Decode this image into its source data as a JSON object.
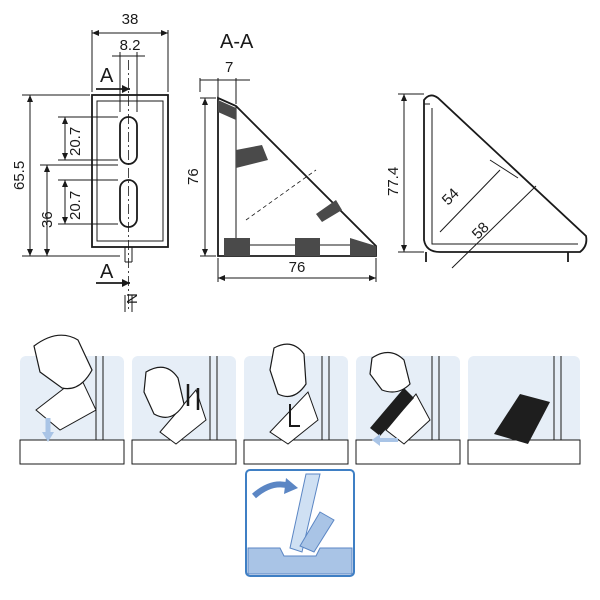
{
  "colors": {
    "line": "#1a1a1a",
    "panel_bg": "#e6eef7",
    "panel_header": "#ffffff",
    "accent_blue": "#5b86c4",
    "light_blue": "#a9c4e6",
    "frame_border": "#3f7fc4",
    "cover_dark": "#1e1e1e"
  },
  "front_view": {
    "dim_width": "38",
    "dim_slot_offset": "8.2",
    "dim_total_height": "65.5",
    "dim_lower_height": "36",
    "dim_slot_upper": "20.7",
    "dim_slot_lower": "20.7",
    "section_marker_top": "A",
    "section_marker_bottom": "A",
    "dim_nut": "N"
  },
  "section_view": {
    "title": "A-A",
    "dim_wall": "7",
    "dim_height": "76",
    "dim_width": "76"
  },
  "side_view": {
    "dim_height": "77.4",
    "dim_inner": "54",
    "dim_outer": "58"
  },
  "steps": [
    {
      "name": "place-bracket-step",
      "icon": "hand-icon"
    },
    {
      "name": "insert-screws-step",
      "icon": "hand-icon"
    },
    {
      "name": "tighten-screws-step",
      "icon": "hex-key-icon"
    },
    {
      "name": "attach-cover-step",
      "icon": "hand-icon"
    },
    {
      "name": "finished-step",
      "icon": "cover-icon"
    }
  ],
  "detail": {
    "icon": "snap-arrow-icon"
  }
}
